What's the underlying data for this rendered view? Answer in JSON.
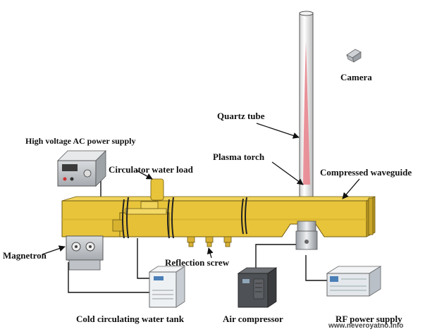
{
  "labels": {
    "camera": "Camera",
    "quartz_tube": "Quartz tube",
    "high_voltage_supply": "High voltage AC power supply",
    "plasma_torch": "Plasma torch",
    "circulator_water_load": "Circulator water load",
    "compressed_waveguide": "Compressed waveguide",
    "magnetron": "Magnetron",
    "reflection_screw": "Reflection screw",
    "cold_water_tank": "Cold circulating water tank",
    "air_compressor": "Air compressor",
    "rf_power_supply": "RF power supply"
  },
  "watermark": "www.neveroyatno.info",
  "colors": {
    "waveguide_fill": "#e8c43a",
    "waveguide_dark": "#b8961f",
    "waveguide_edge": "#6e5a12",
    "plasma": "#e8868f",
    "tube_edge": "#555555",
    "arrow": "#111111",
    "line": "#111111"
  },
  "icons": [
    "camera-icon",
    "power-supply-icon",
    "magnetron-icon",
    "water-chiller-icon",
    "air-compressor-icon",
    "rf-supply-icon"
  ]
}
